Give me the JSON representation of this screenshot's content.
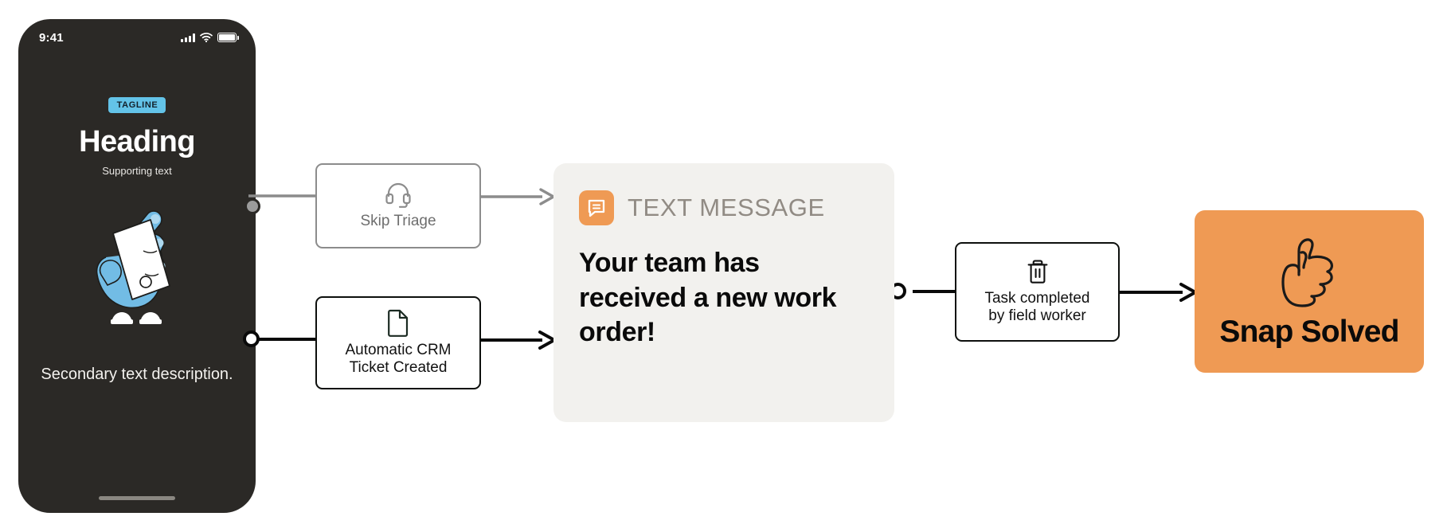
{
  "phone": {
    "status": {
      "time": "9:41",
      "signal_icon": "signal-bars-icon",
      "wifi_icon": "wifi-icon",
      "battery_icon": "battery-icon"
    },
    "tagline": "TAGLINE",
    "heading": "Heading",
    "supporting_text": "Supporting text",
    "illustration": "hand-holding-phone-illustration",
    "secondary_text": "Secondary text description.",
    "home_indicator": "home-indicator"
  },
  "nodes": {
    "skip_triage": {
      "label": "Skip Triage",
      "icon": "headset-icon",
      "border_color": "#8c8c8c",
      "text_color": "#6e6e6e"
    },
    "crm_ticket": {
      "label": "Automatic CRM\nTicket Created",
      "line1": "Automatic CRM",
      "line2": "Ticket Created",
      "icon": "document-icon",
      "border_color": "#0d0f0d"
    },
    "task_completed": {
      "label": "Task completed\nby field worker",
      "line1": "Task completed",
      "line2": "by field worker",
      "icon": "trash-icon",
      "border_color": "#0d0f0d"
    }
  },
  "message_card": {
    "kicker": "TEXT MESSAGE",
    "icon": "message-bubble-icon",
    "icon_color": "#ef9a54",
    "body": "Your team has received a new work order!",
    "background": "#f2f1ee"
  },
  "result_card": {
    "label": "Snap Solved",
    "icon": "thumbs-up-icon",
    "background": "#ef9a54"
  },
  "colors": {
    "phone_bg": "#2b2926",
    "accent_blue": "#63c3e8",
    "accent_orange": "#ef9a54",
    "edge_gray": "#8c8c8c",
    "edge_black": "#0a0a0a"
  }
}
